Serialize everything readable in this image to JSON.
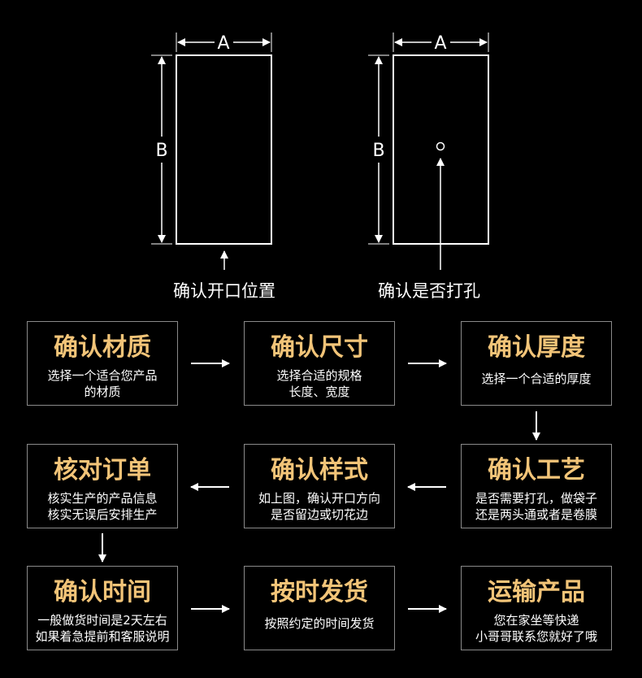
{
  "diagram": {
    "left_shape": {
      "width_label": "A",
      "height_label": "B",
      "caption": "确认开口位置"
    },
    "right_shape": {
      "width_label": "A",
      "height_label": "B",
      "caption": "确认是否打孔"
    }
  },
  "steps": [
    {
      "title": "确认材质",
      "lines": [
        "选择一个适合您产品",
        "的材质"
      ]
    },
    {
      "title": "确认尺寸",
      "lines": [
        "选择合适的规格",
        "长度、宽度"
      ]
    },
    {
      "title": "确认厚度",
      "lines": [
        "选择一个合适的厚度"
      ]
    },
    {
      "title": "核对订单",
      "lines": [
        "核实生产的产品信息",
        "核实无误后安排生产"
      ]
    },
    {
      "title": "确认样式",
      "lines": [
        "如上图，确认开口方向",
        "是否留边或切花边"
      ]
    },
    {
      "title": "确认工艺",
      "lines": [
        "是否需要打孔，做袋子",
        "还是两头通或者是卷膜"
      ]
    },
    {
      "title": "确认时间",
      "lines": [
        "一般做货时间是2天左右",
        "如果着急提前和客服说明"
      ]
    },
    {
      "title": "按时发货",
      "lines": [
        "按照约定的时间发货"
      ]
    },
    {
      "title": "运输产品",
      "lines": [
        "您在家坐等快递",
        "小哥哥联系您就好了哦"
      ]
    }
  ]
}
